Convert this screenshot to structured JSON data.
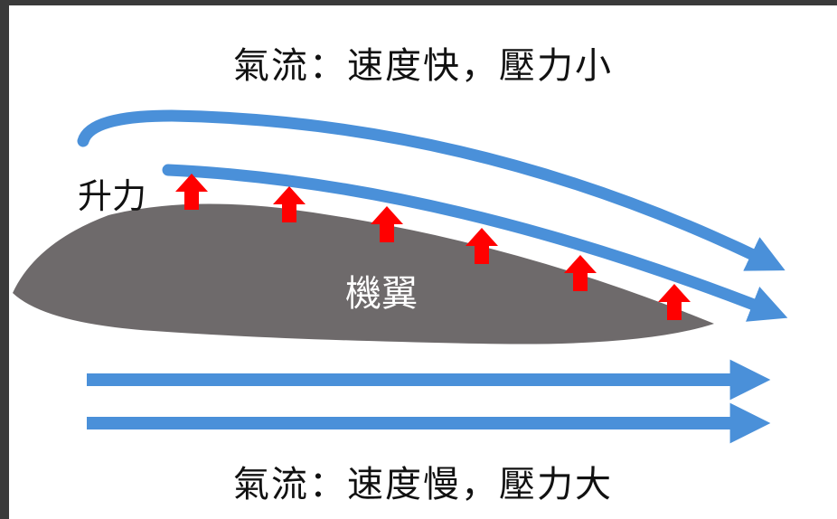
{
  "captions": {
    "top": "氣流：速度快，壓力小",
    "bottom": "氣流：速度慢，壓力大"
  },
  "labels": {
    "lift": "升力",
    "wing": "機翼"
  },
  "colors": {
    "airflow": "#4a90d9",
    "lift_arrow": "#ff0000",
    "wing": "#6e6a6b",
    "background": "#ffffff"
  },
  "lift_arrow_count": 6
}
